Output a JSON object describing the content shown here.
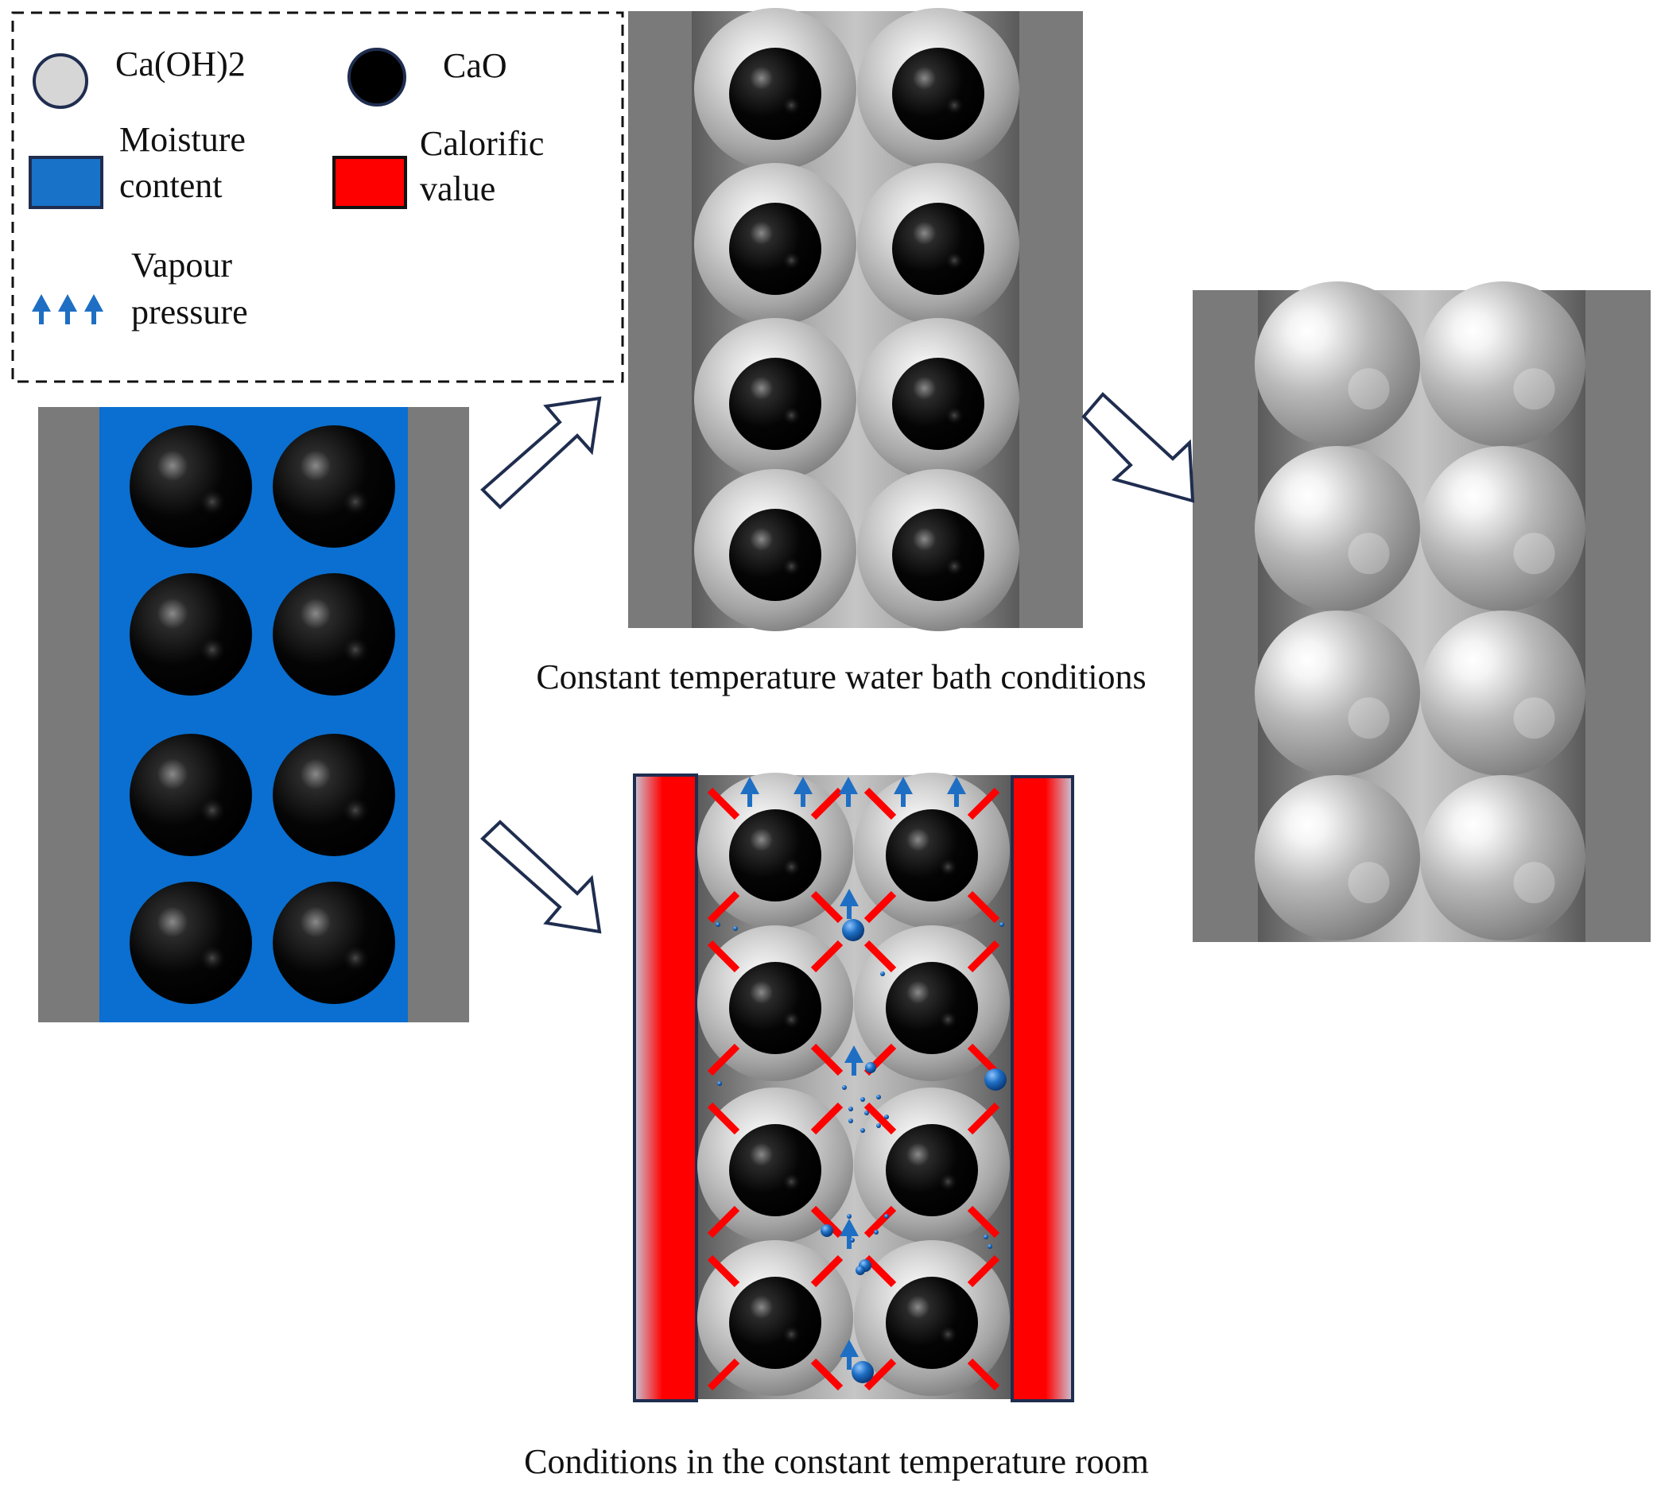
{
  "legend": {
    "caoh2_label": "Ca(OH)2",
    "cao_label": "CaO",
    "moisture_label_line1": "Moisture",
    "moisture_label_line2": "content",
    "calorific_label_line1": "Calorific",
    "calorific_label_line2": "value",
    "vapour_label_line1": "Vapour",
    "vapour_label_line2": "pressure"
  },
  "captions": {
    "water_bath": "Constant temperature water bath conditions",
    "constant_room": "Conditions in the constant temperature room"
  },
  "colors": {
    "moisture_blue": "#0a6fd0",
    "calorific_red": "#ff0000",
    "wall_gray": "#7a7a7a",
    "arrow_outline": "#1f2d4f",
    "vapour_blue": "#1e6fc4"
  }
}
